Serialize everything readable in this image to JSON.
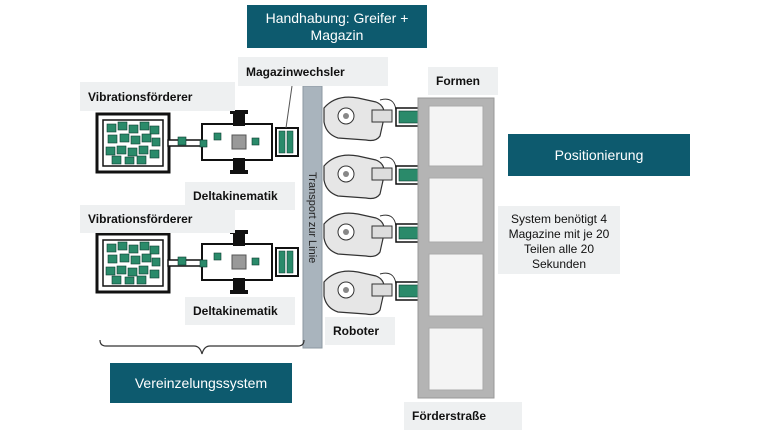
{
  "header": {
    "title_line1": "Handhabung: Greifer +",
    "title_line2": "Magazin"
  },
  "labels": {
    "vibration_top": "Vibrationsförderer",
    "vibration_bottom": "Vibrationsförderer",
    "magazine_changer": "Magazinwechsler",
    "delta_top": "Deltakinematik",
    "delta_bottom": "Deltakinematik",
    "transport": "Transport zur Linie",
    "forms": "Formen",
    "robot": "Roboter",
    "conveyor": "Förderstraße"
  },
  "boxes": {
    "positioning": "Positionierung",
    "separation": "Vereinzelungssystem"
  },
  "note": {
    "line1": "System benötigt 4",
    "line2": "Magazine mit je 20",
    "line3": "Teilen alle 20",
    "line4": "Sekunden"
  },
  "colors": {
    "teal_box": "#0d5a6e",
    "part_green": "#2a8a6a",
    "label_bg": "#eef0f1",
    "rail": "#a9b4bd",
    "conveyor": "#b4b4b4"
  }
}
